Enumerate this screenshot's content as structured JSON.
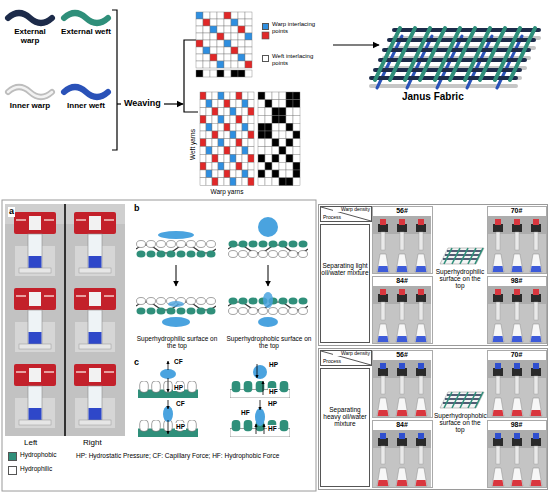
{
  "diagram": {
    "nodes": [
      {
        "text": [
          "Superhydrophilic surface on the top"
        ]
      },
      {
        "text": [
          "Warp density",
          "Process"
        ],
        "in": 0
      },
      {
        "text": [
          "56#"
        ],
        "in": 0
      },
      {
        "text": [
          "70#"
        ],
        "in": 0
      },
      {
        "text": [
          "Separating light oil/water mixture"
        ],
        "in": 0
      },
      {
        "text": [
          "84#"
        ],
        "in": 0
      },
      {
        "text": [
          "98#"
        ],
        "in": 0
      },
      {
        "text": [
          "Superhydrophobic surface on the top"
        ]
      },
      {
        "text": [
          "Warp density",
          "Process"
        ],
        "in": 7
      },
      {
        "text": [
          "56#"
        ],
        "in": 7
      },
      {
        "text": [
          "70#"
        ],
        "in": 7
      },
      {
        "text": [
          "Separating heavy oil/water mixture"
        ],
        "in": 7
      },
      {
        "text": [
          "84#"
        ],
        "in": 7
      },
      {
        "text": [
          "98#"
        ],
        "in": 7
      }
    ],
    "labels": [
      "External warp",
      "External weft",
      "Inner warp",
      "Inner weft",
      "Weaving",
      "Weft yarns",
      "Warp yarns",
      "Janus Fabric",
      "a",
      "Left",
      "Right",
      "b",
      "c",
      "Superhydrophilic surface on the top",
      "Superhydrophobic surface on the top",
      "CF",
      "HP",
      "HP",
      "HF",
      "CF",
      "HP",
      "HF",
      "HP",
      "HF",
      "HP: Hydrostatic Pressure; CF: Capillary Force; HF: Hydrophobic Force"
    ],
    "legend": [
      {
        "text": "Warp interlacing points",
        "color": "#2f8fe0"
      },
      {
        "text": "Weft interlacing points",
        "color": "#ffffff"
      },
      {
        "text": "Hydrophobic",
        "color": "#2f8f7a"
      },
      {
        "text": "Hydrophilic",
        "color": "#ffffff"
      }
    ]
  }
}
